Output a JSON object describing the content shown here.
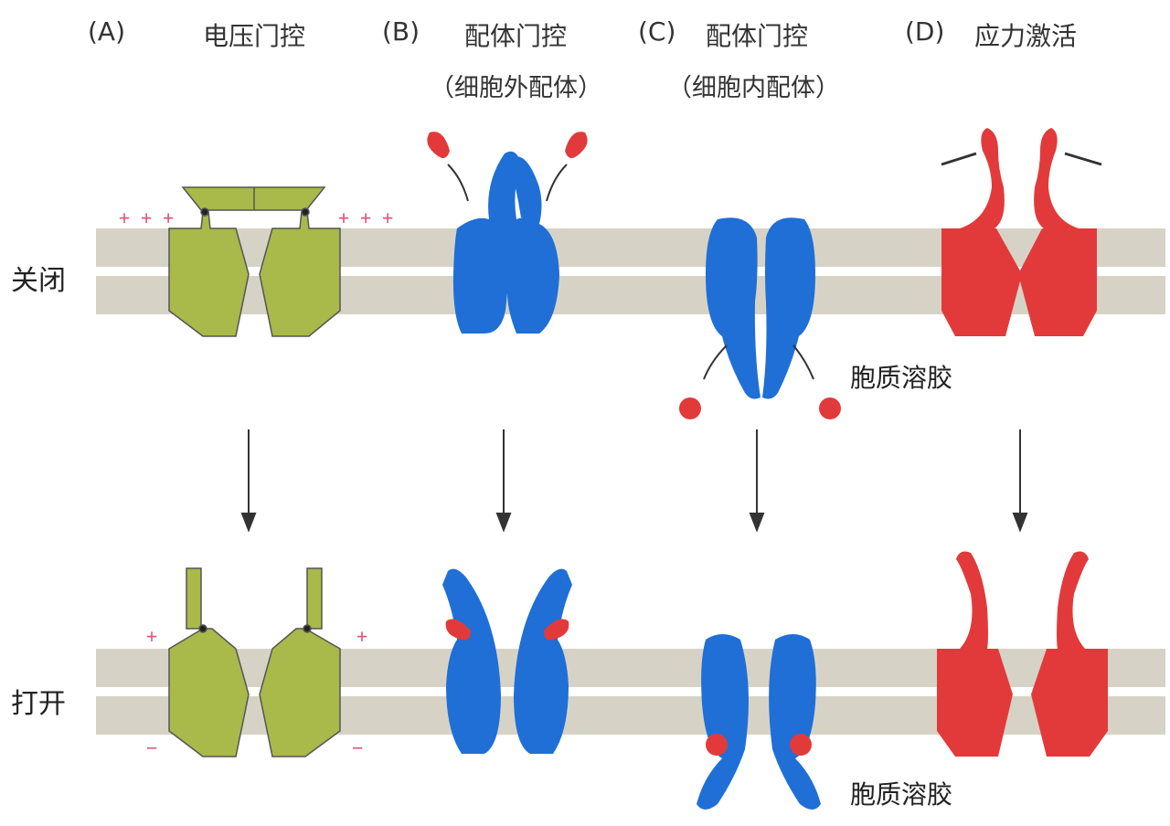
{
  "headers": [
    {
      "letter": "(A)",
      "title": "电压门控"
    },
    {
      "letter": "(B)",
      "title": "配体门控",
      "subtitle": "（细胞外配体）"
    },
    {
      "letter": "(C)",
      "title": "配体门控",
      "subtitle": "（细胞内配体）"
    },
    {
      "letter": "(D)",
      "title": "应力激活"
    }
  ],
  "states": {
    "closed": "关闭",
    "open": "打开"
  },
  "cytosol_label": "胞质溶胶",
  "charges": {
    "closed_left": "+ + +",
    "closed_right": "+ + +",
    "open_plus": "+",
    "open_minus": "−"
  },
  "colors": {
    "voltage": "#a9b94a",
    "ligand": "#1f6fd6",
    "stress": "#e23a3a",
    "membrane": "#d6d3c6",
    "ligand_red": "#e23a3a"
  }
}
